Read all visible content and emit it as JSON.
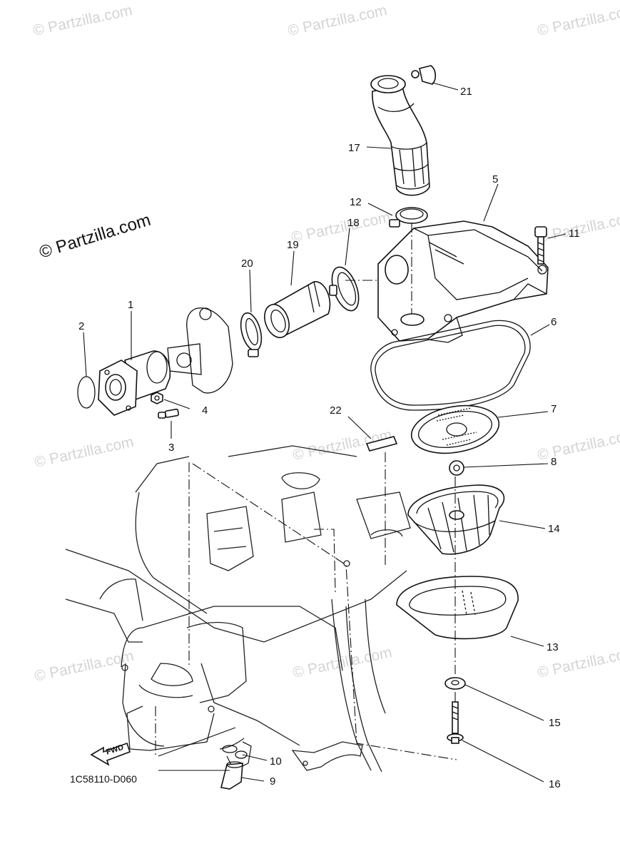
{
  "watermark": {
    "text": "© Partzilla.com",
    "big_text": "© Partzilla.com"
  },
  "diagram": {
    "code": "1C58110-D060",
    "fwd_label": "FWD",
    "callouts": [
      "1",
      "2",
      "3",
      "4",
      "5",
      "6",
      "7",
      "8",
      "9",
      "10",
      "11",
      "12",
      "13",
      "14",
      "15",
      "16",
      "17",
      "18",
      "19",
      "20",
      "21",
      "22"
    ]
  }
}
